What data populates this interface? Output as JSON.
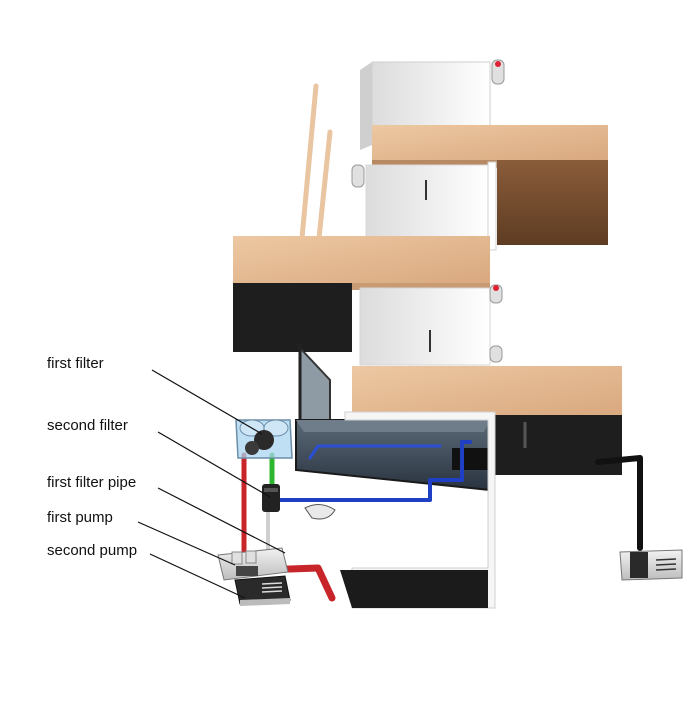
{
  "labels": {
    "first_filter": "first filter",
    "second_filter": "second filter",
    "first_filter_pipe": "first filter pipe",
    "first_pump": "first pump",
    "second_pump": "second pump"
  },
  "colors": {
    "wood": "#e6bc95",
    "wood_dark": "#7a5234",
    "black_box": "#1c1c1c",
    "white_shell": "#f3f3f3",
    "pipe_blue": "#1f3fc4",
    "pipe_red": "#c8252a",
    "pipe_green": "#2fb62f",
    "filter_glass": "#a9d4f0"
  }
}
